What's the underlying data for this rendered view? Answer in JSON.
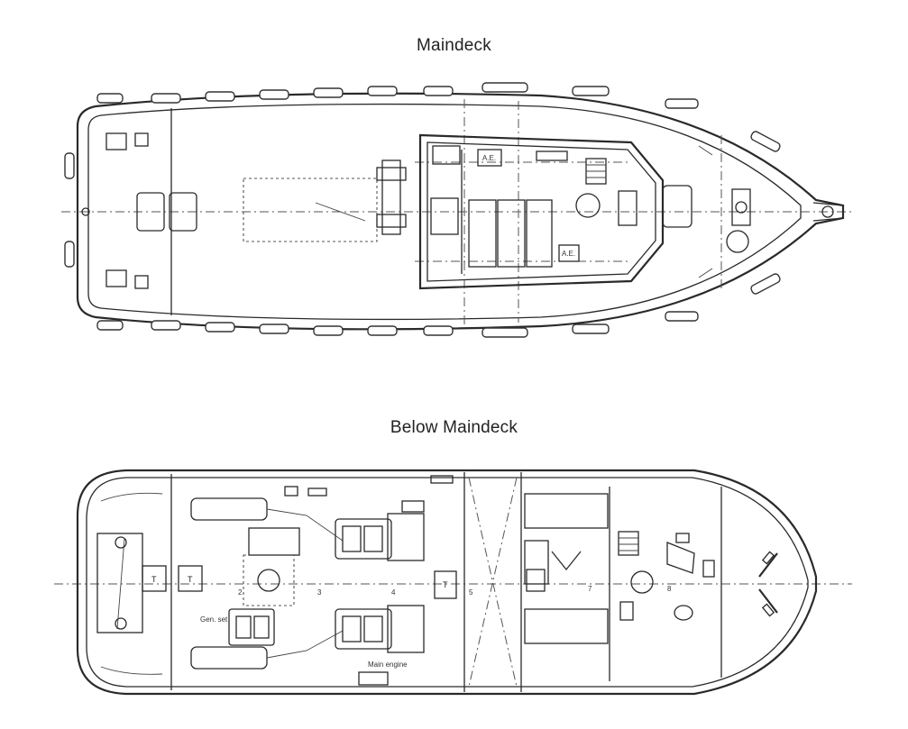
{
  "main_deck": {
    "title": "Maindeck",
    "labels": {
      "ae_top": "A.E.",
      "ae_bottom": "A.E."
    }
  },
  "below_deck": {
    "title": "Below Maindeck",
    "labels": {
      "gen_set": "Gen. set",
      "main_engine": "Main engine",
      "compartment_2": "2",
      "compartment_3": "3",
      "compartment_4": "4",
      "compartment_5": "5",
      "compartment_7": "7",
      "compartment_8": "8",
      "tank_t1": "T",
      "tank_t2": "T",
      "tank_t3": "T"
    }
  }
}
